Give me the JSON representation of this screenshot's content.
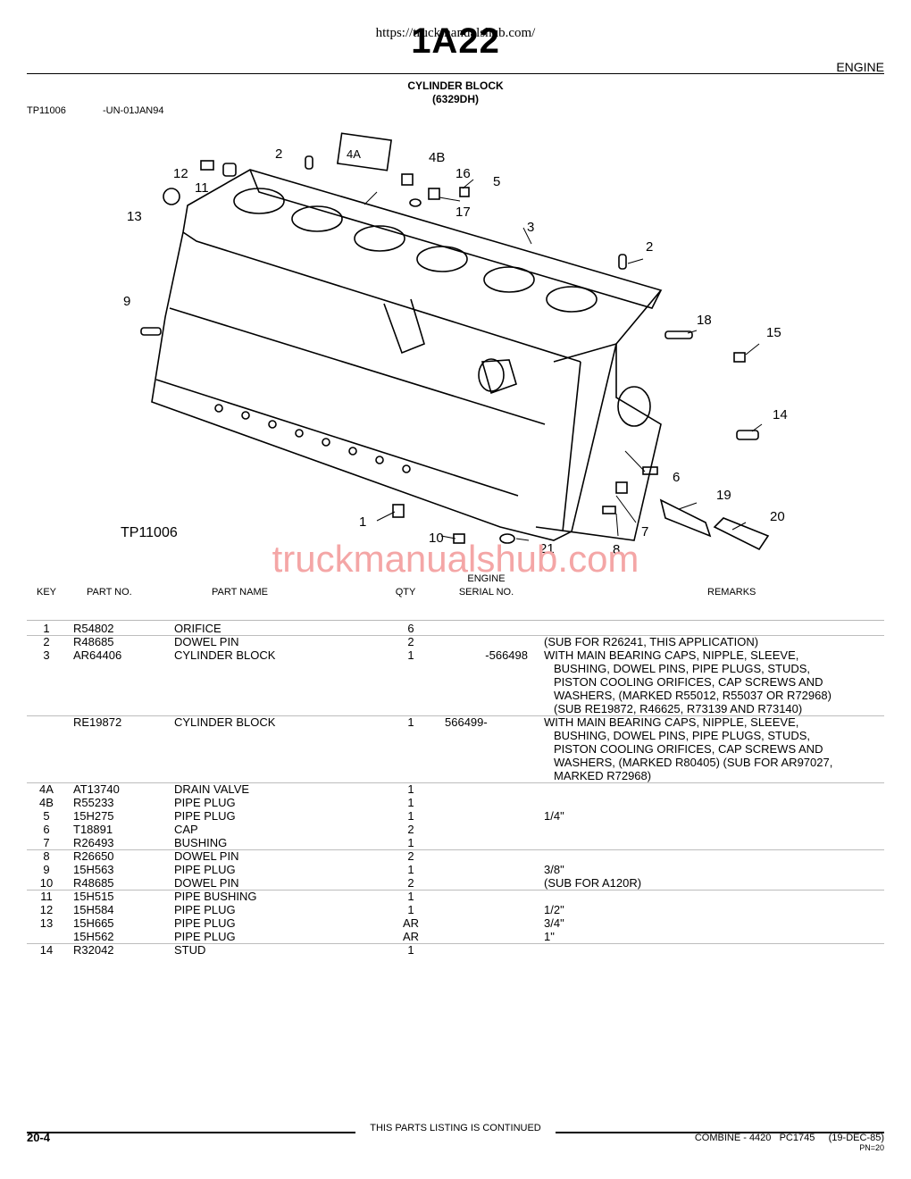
{
  "header": {
    "url": "https://truckmanualshub.com/",
    "page_code": "1A22",
    "section": "ENGINE",
    "title": "CYLINDER BLOCK",
    "subtitle": "(6329DH)",
    "figure_id": "TP11006",
    "figure_date": "-UN-01JAN94"
  },
  "diagram": {
    "figure_label": "TP11006",
    "callouts": [
      "1",
      "2",
      "2",
      "3",
      "4A",
      "4B",
      "5",
      "6",
      "7",
      "8",
      "9",
      "10",
      "11",
      "12",
      "13",
      "14",
      "15",
      "16",
      "17",
      "18",
      "19",
      "20",
      "21"
    ]
  },
  "watermark": "truckmanualshub.com",
  "table": {
    "headers": {
      "key": "KEY",
      "part_no": "PART NO.",
      "part_name": "PART NAME",
      "qty": "QTY",
      "serial_top": "ENGINE",
      "serial": "SERIAL NO.",
      "remarks": "REMARKS"
    },
    "rows": [
      {
        "key": "1",
        "part": "R54802",
        "name": "ORIFICE",
        "qty": "6",
        "serial": "",
        "remarks": ""
      },
      {
        "key": "2",
        "part": "R48685",
        "name": "DOWEL PIN",
        "qty": "2",
        "serial": "",
        "remarks": "(SUB FOR R26241, THIS APPLICATION)"
      },
      {
        "key": "3",
        "part": "AR64406",
        "name": "CYLINDER BLOCK",
        "qty": "1",
        "serial": "-566498",
        "remarks": "WITH MAIN BEARING CAPS, NIPPLE, SLEEVE,"
      },
      {
        "key": "",
        "part": "",
        "name": "",
        "qty": "",
        "serial": "",
        "remarks": "BUSHING, DOWEL PINS, PIPE PLUGS, STUDS,",
        "indent": true
      },
      {
        "key": "",
        "part": "",
        "name": "",
        "qty": "",
        "serial": "",
        "remarks": "PISTON COOLING ORIFICES, CAP SCREWS AND",
        "indent": true
      },
      {
        "key": "",
        "part": "",
        "name": "",
        "qty": "",
        "serial": "",
        "remarks": "WASHERS, (MARKED R55012, R55037 OR R72968)",
        "indent": true
      },
      {
        "key": "",
        "part": "",
        "name": "",
        "qty": "",
        "serial": "",
        "remarks": "(SUB RE19872, R46625, R73139 AND R73140)",
        "indent": true
      },
      {
        "key": "",
        "part": "RE19872",
        "name": "CYLINDER BLOCK",
        "qty": "1",
        "serial": "566499-",
        "remarks": "WITH MAIN BEARING CAPS, NIPPLE, SLEEVE,"
      },
      {
        "key": "",
        "part": "",
        "name": "",
        "qty": "",
        "serial": "",
        "remarks": "BUSHING, DOWEL PINS, PIPE PLUGS, STUDS,",
        "indent": true
      },
      {
        "key": "",
        "part": "",
        "name": "",
        "qty": "",
        "serial": "",
        "remarks": "PISTON COOLING ORIFICES, CAP SCREWS AND",
        "indent": true
      },
      {
        "key": "",
        "part": "",
        "name": "",
        "qty": "",
        "serial": "",
        "remarks": "WASHERS, (MARKED R80405) (SUB FOR AR97027,",
        "indent": true
      },
      {
        "key": "",
        "part": "",
        "name": "",
        "qty": "",
        "serial": "",
        "remarks": "MARKED R72968)",
        "indent": true
      },
      {
        "key": "4A",
        "part": "AT13740",
        "name": "DRAIN VALVE",
        "qty": "1",
        "serial": "",
        "remarks": ""
      },
      {
        "key": "4B",
        "part": "R55233",
        "name": "PIPE PLUG",
        "qty": "1",
        "serial": "",
        "remarks": ""
      },
      {
        "key": "5",
        "part": "15H275",
        "name": "PIPE PLUG",
        "qty": "1",
        "serial": "",
        "remarks": "1/4\""
      },
      {
        "key": "6",
        "part": "T18891",
        "name": "CAP",
        "qty": "2",
        "serial": "",
        "remarks": ""
      },
      {
        "key": "7",
        "part": "R26493",
        "name": "BUSHING",
        "qty": "1",
        "serial": "",
        "remarks": ""
      },
      {
        "key": "8",
        "part": "R26650",
        "name": "DOWEL PIN",
        "qty": "2",
        "serial": "",
        "remarks": ""
      },
      {
        "key": "9",
        "part": "15H563",
        "name": "PIPE PLUG",
        "qty": "1",
        "serial": "",
        "remarks": "3/8\""
      },
      {
        "key": "10",
        "part": "R48685",
        "name": "DOWEL PIN",
        "qty": "2",
        "serial": "",
        "remarks": "(SUB FOR A120R)"
      },
      {
        "key": "11",
        "part": "15H515",
        "name": "PIPE BUSHING",
        "qty": "1",
        "serial": "",
        "remarks": ""
      },
      {
        "key": "12",
        "part": "15H584",
        "name": "PIPE PLUG",
        "qty": "1",
        "serial": "",
        "remarks": "1/2\""
      },
      {
        "key": "13",
        "part": "15H665",
        "name": "PIPE PLUG",
        "qty": "AR",
        "serial": "",
        "remarks": "3/4\""
      },
      {
        "key": "",
        "part": "15H562",
        "name": "PIPE PLUG",
        "qty": "AR",
        "serial": "",
        "remarks": "1\""
      },
      {
        "key": "14",
        "part": "R32042",
        "name": "STUD",
        "qty": "1",
        "serial": "",
        "remarks": ""
      }
    ],
    "separators_after": [
      0,
      6,
      11,
      16,
      19,
      23
    ]
  },
  "footer": {
    "continued": "THIS PARTS LISTING IS CONTINUED",
    "page_number": "20-4",
    "model": "COMBINE - 4420",
    "pc": "PC1745",
    "date": "(19-DEC-85)",
    "pn": "PN=20"
  }
}
